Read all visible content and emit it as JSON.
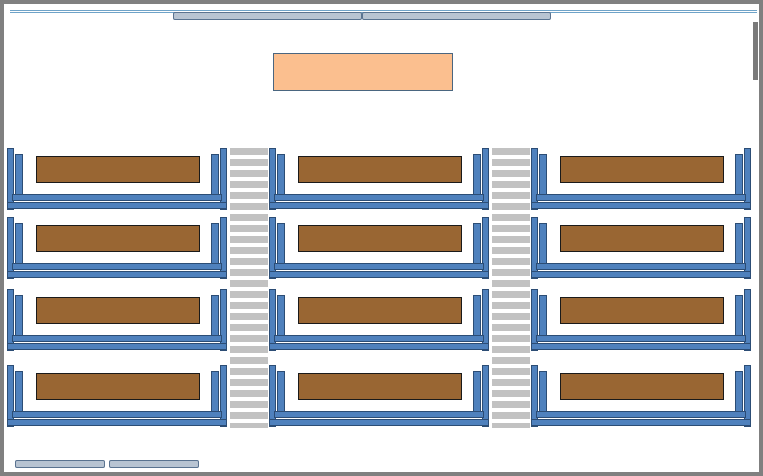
{
  "layout": {
    "columns": [
      "left",
      "center",
      "right"
    ],
    "rows_per_column": 4,
    "aisles": 2
  },
  "colors": {
    "board_fill": "#fbbf8f",
    "desk_frame": "#4f81bd",
    "desk_frame_border": "#2c4d75",
    "table_fill": "#996633",
    "aisle_stripe": "#c2c2c2",
    "window_border": "#808080",
    "top_bar_pill": "#b8c4d2"
  }
}
